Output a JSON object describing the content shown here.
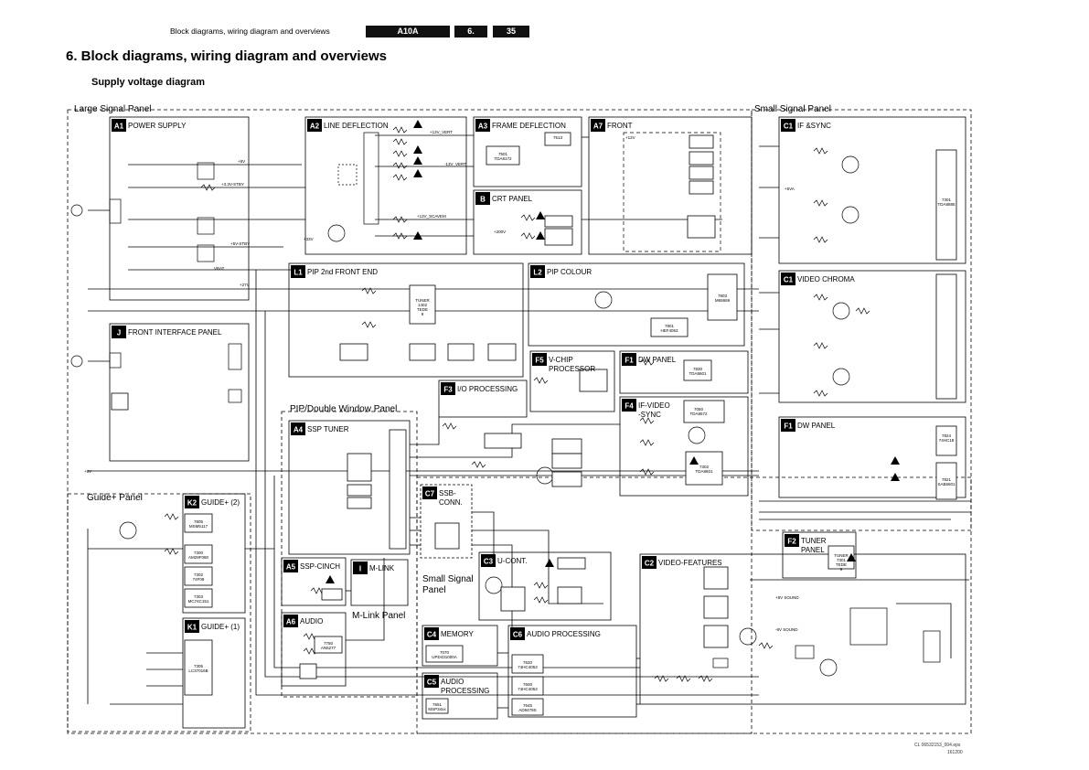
{
  "header": {
    "section": "Block diagrams, wiring diagram and overviews",
    "model": "A10A",
    "chapter": "6.",
    "page": "35"
  },
  "title": "6.   Block diagrams, wiring diagram and overviews",
  "subtitle": "Supply voltage diagram",
  "regions": {
    "large_signal_panel": "Large Signal Panel",
    "small_signal_panel_top": "Small Signal Panel",
    "pip_double_window": "PIP/Double Window Panel",
    "guide_panel": "Guide+ Panel",
    "small_signal_panel_bottom": "Small Signal Panel",
    "mlink_panel": "M-Link Panel"
  },
  "blocks": [
    {
      "id": "A1",
      "title": "POWER SUPPLY"
    },
    {
      "id": "A2",
      "title": "LINE DEFLECTION"
    },
    {
      "id": "A3",
      "title": "FRAME DEFLECTION"
    },
    {
      "id": "A7",
      "title": "FRONT"
    },
    {
      "id": "B",
      "title": "CRT PANEL"
    },
    {
      "id": "C1",
      "title": "IF &SYNC"
    },
    {
      "id": "C1",
      "title": "VIDEO CHROMA"
    },
    {
      "id": "J",
      "title": "FRONT INTERFACE PANEL"
    },
    {
      "id": "L1",
      "title": "PIP 2nd FRONT END"
    },
    {
      "id": "L2",
      "title": "PIP COLOUR"
    },
    {
      "id": "F5",
      "title": "V-CHIP PROCESSOR"
    },
    {
      "id": "F1",
      "title": "DW PANEL"
    },
    {
      "id": "F3",
      "title": "I/O PROCESSING"
    },
    {
      "id": "F4",
      "title": "IF-VIDEO -SYNC"
    },
    {
      "id": "A4",
      "title": "SSP TUNER"
    },
    {
      "id": "C7",
      "title": "SSB-CONN."
    },
    {
      "id": "F1",
      "title": "DW PANEL"
    },
    {
      "id": "F2",
      "title": "TUNER PANEL"
    },
    {
      "id": "K2",
      "title": "GUIDE+ (2)"
    },
    {
      "id": "A5",
      "title": "SSP-CINCH"
    },
    {
      "id": "I",
      "title": "M-LINK"
    },
    {
      "id": "C3",
      "title": "U-CONT."
    },
    {
      "id": "C2",
      "title": "VIDEO-FEATURES"
    },
    {
      "id": "A6",
      "title": "AUDIO"
    },
    {
      "id": "K1",
      "title": "GUIDE+ (1)"
    },
    {
      "id": "C4",
      "title": "MEMORY"
    },
    {
      "id": "C6",
      "title": "AUDIO PROCESSING"
    },
    {
      "id": "C5",
      "title": "AUDIO PROCESSING"
    }
  ],
  "parts": [
    {
      "label": "TUNER 1402 TEDE 9"
    },
    {
      "label": "7805 MSM5117"
    },
    {
      "label": "7300 AM29F080"
    },
    {
      "label": "7302 74F08"
    },
    {
      "label": "7303 MC74C151"
    },
    {
      "label": "7305 LC37016B"
    },
    {
      "label": "7070 UPD431000A"
    },
    {
      "label": "7050 TDA8572"
    },
    {
      "label": "7513"
    },
    {
      "label": "7501 TDA8172"
    },
    {
      "label": "7830 TDA8601"
    },
    {
      "label": "7801 HEF4053"
    },
    {
      "label": "7803 M65669"
    },
    {
      "label": "7824 74HC18"
    },
    {
      "label": "7821 SAB6601"
    },
    {
      "label": "TUNER 7301 TEDE 9"
    },
    {
      "label": "7620 74HC4053"
    },
    {
      "label": "7600 74HC4053"
    },
    {
      "label": "7645 AD9479S"
    },
    {
      "label": "7651 MSP34xx"
    },
    {
      "label": "7750 AN5277"
    },
    {
      "label": "7302 TDA8601"
    },
    {
      "label": "7301 TDA8885"
    }
  ],
  "voltages": [
    "+5V",
    "+8V",
    "+33V",
    "+3.3V-STBY",
    "+5V-STBY",
    "+27V",
    "+13V_VERT",
    "-13V_VERT",
    "+200V",
    "+13V_SCAVEM",
    "VBAT",
    "+8V SOUND",
    "-8V SOUND",
    "+5VA",
    "+12V"
  ],
  "footer": {
    "file": "CL 06532153_004.eps",
    "date": "161200"
  }
}
